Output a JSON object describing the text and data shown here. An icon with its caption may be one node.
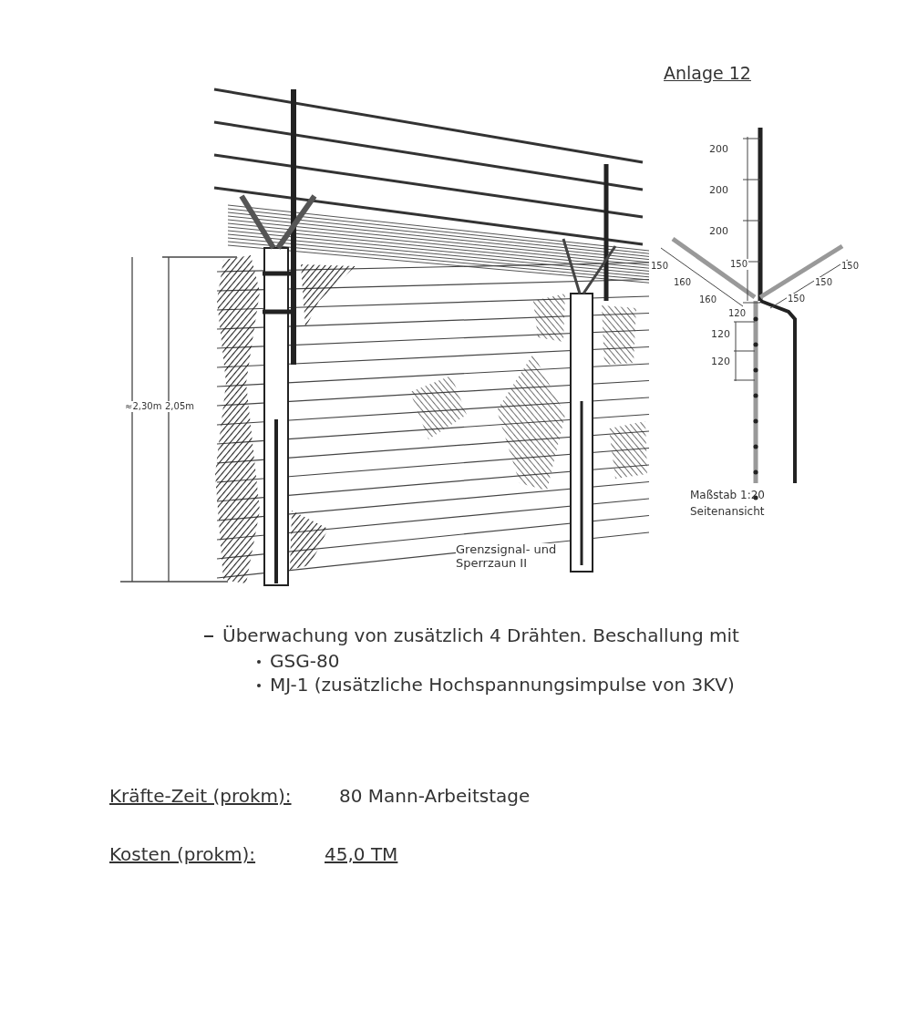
{
  "diagram": {
    "labels": [
      "Anlage 12",
      "200",
      "200",
      "200",
      "150",
      "150",
      "160",
      "160",
      "120",
      "150",
      "150",
      "150",
      "120",
      "120",
      "Maßstab 1:20",
      "Seitenansicht",
      "≈2,30m",
      "2,05m",
      "Grenzsignal- und Sperrzaun II",
      "Überwachung von zusätzlich 4 Drähten. Beschallung mit",
      "GSG-80",
      "MJ-1 (zusätzliche Hochspannungsimpulse von 3KV)",
      "Kräfte-Zeit (prokm):",
      "80 Mann-Arbeitstage",
      "Kosten (prokm):",
      "45,0 TM"
    ]
  }
}
